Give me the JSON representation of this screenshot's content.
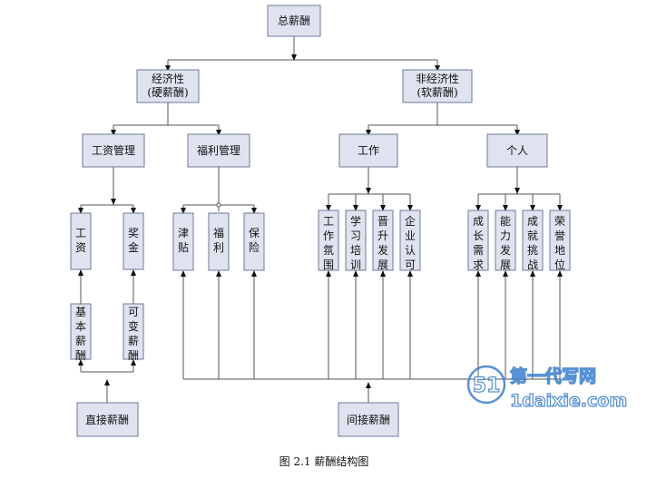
{
  "diagram": {
    "root": "总薪酬",
    "economic": [
      "经济性",
      "(硬薪酬)"
    ],
    "non_economic": [
      "非经济性",
      "(软薪酬)"
    ],
    "wage_mgmt": "工资管理",
    "welfare_mgmt": "福利管理",
    "work": "工作",
    "personal": "个人",
    "wage": "工资",
    "bonus": "奖金",
    "allowance": "津贴",
    "welfare": "福利",
    "insurance": "保险",
    "work_atmosphere": "工作氛围",
    "learning_training": "学习培训",
    "promotion": "晋升发展",
    "corporate_recognition": "企业认可",
    "growth_needs": "成长需求",
    "capability_dev": "能力发展",
    "achievement_challenge": "成就挑战",
    "honor_status": "荣誉地位",
    "base_pay": "基本薪酬",
    "variable_pay": "可变薪酬",
    "direct_pay": "直接薪酬",
    "indirect_pay": "间接薪酬"
  },
  "caption": "图 2.1  薪酬结构图",
  "watermark": {
    "logo_char": "51",
    "cn": "第一代写网",
    "url": "1daixie.com",
    "color": "#3a7fd0"
  }
}
